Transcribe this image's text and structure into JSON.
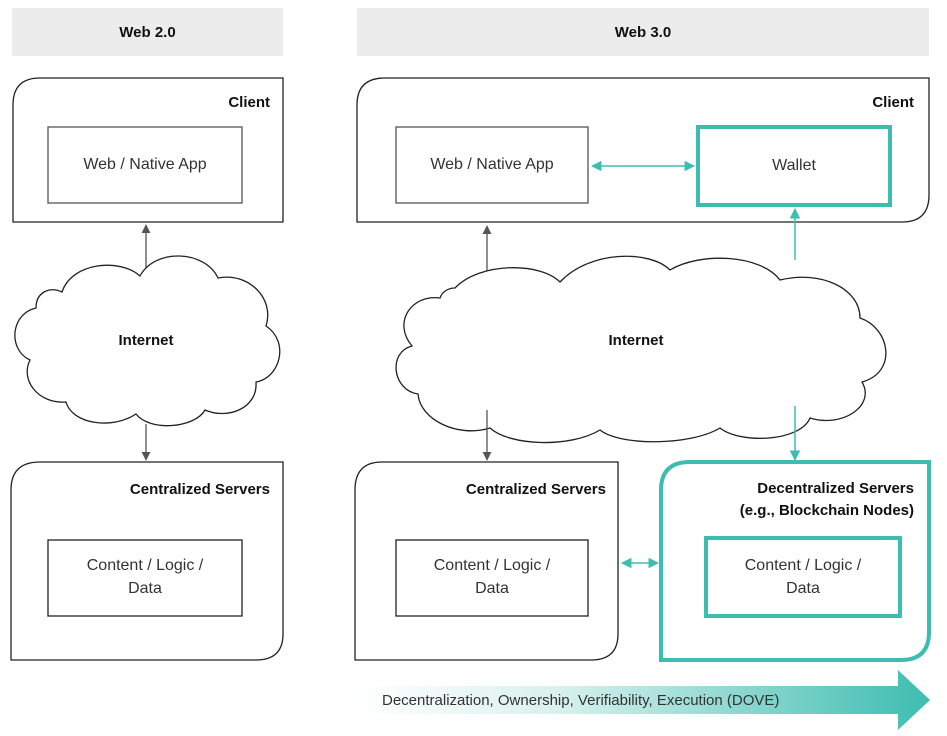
{
  "colors": {
    "teal": "#3dbdb0",
    "grey_arrow": "#555555",
    "banner": "#ececec"
  },
  "web2": {
    "title": "Web 2.0",
    "client_label": "Client",
    "app_label": "Web / Native App",
    "internet_label": "Internet",
    "servers_label": "Centralized Servers",
    "content_line1": "Content / Logic /",
    "content_line2": "Data"
  },
  "web3": {
    "title": "Web 3.0",
    "client_label": "Client",
    "app_label": "Web / Native App",
    "wallet_label": "Wallet",
    "internet_label": "Internet",
    "central_servers_label": "Centralized Servers",
    "central_content_line1": "Content / Logic /",
    "central_content_line2": "Data",
    "decentral_servers_line1": "Decentralized Servers",
    "decentral_servers_line2": "(e.g., Blockchain Nodes)",
    "decentral_content_line1": "Content / Logic /",
    "decentral_content_line2": "Data"
  },
  "footer_arrow_label": "Decentralization, Ownership, Verifiability, Execution (DOVE)"
}
